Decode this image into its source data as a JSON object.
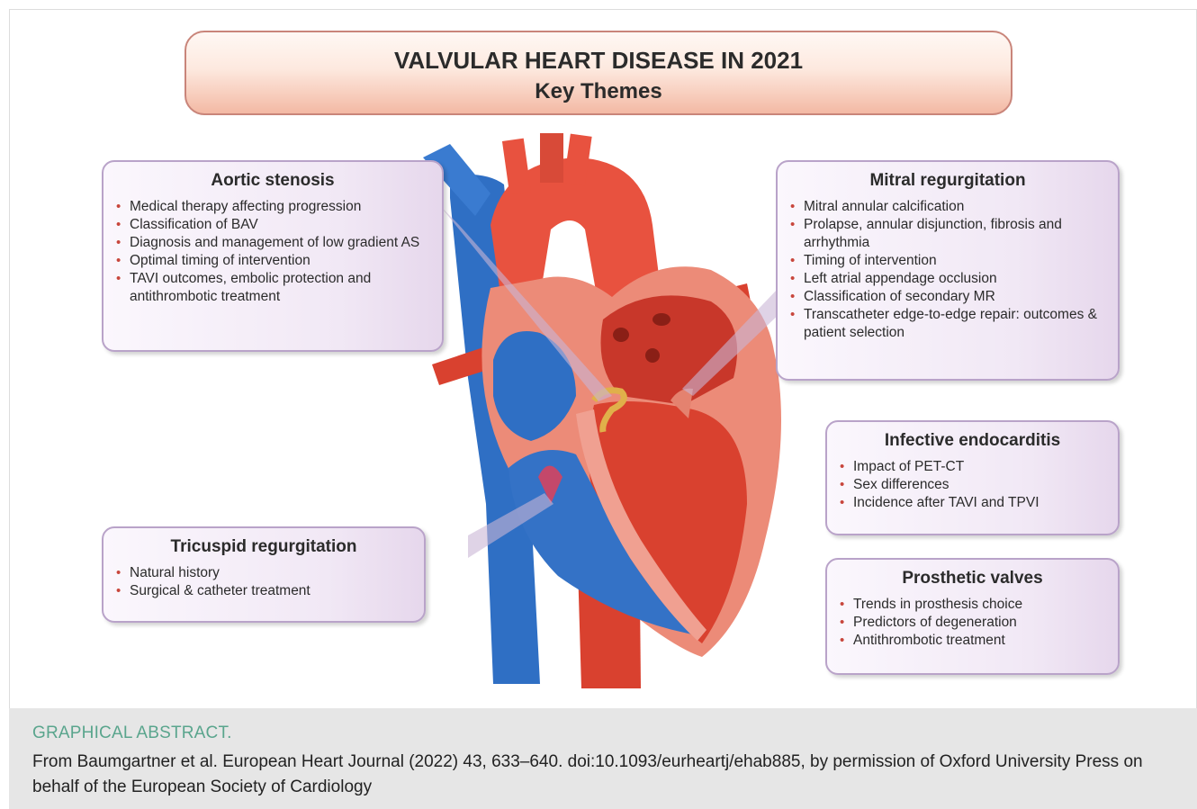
{
  "title": {
    "line1": "VALVULAR HEART DISEASE IN 2021",
    "line2": "Key Themes"
  },
  "boxes": {
    "aortic_stenosis": {
      "heading": "Aortic stenosis",
      "items": [
        "Medical therapy affecting progression",
        "Classification of BAV",
        "Diagnosis and management of low gradient AS",
        "Optimal timing of intervention",
        "TAVI outcomes, embolic protection and antithrombotic treatment"
      ]
    },
    "mitral_regurgitation": {
      "heading": "Mitral regurgitation",
      "items": [
        "Mitral annular calcification",
        "Prolapse, annular disjunction, fibrosis and arrhythmia",
        "Timing of intervention",
        "Left atrial appendage occlusion",
        "Classification of secondary MR",
        "Transcatheter edge-to-edge repair: outcomes & patient selection"
      ]
    },
    "infective_endocarditis": {
      "heading": "Infective endocarditis",
      "items": [
        "Impact of PET-CT",
        "Sex differences",
        "Incidence after TAVI and TPVI"
      ]
    },
    "tricuspid_regurgitation": {
      "heading": "Tricuspid regurgitation",
      "items": [
        "Natural history",
        "Surgical & catheter treatment"
      ]
    },
    "prosthetic_valves": {
      "heading": "Prosthetic valves",
      "items": [
        "Trends in prosthesis choice",
        "Predictors of degeneration",
        "Antithrombotic treatment"
      ]
    }
  },
  "caption": {
    "label": "GRAPHICAL ABSTRACT.",
    "text": "From Baumgartner et al. European Heart Journal (2022) 43, 633–640. doi:10.1093/eurheartj/ehab885, by permission of Oxford University Press on behalf of the European Society of Cardiology"
  },
  "colors": {
    "artery_red": "#e8523f",
    "vein_blue": "#2f6fc4",
    "myocardium": "#ec8b78",
    "box_border": "#b9a3c9",
    "caption_label": "#5aa58d"
  }
}
